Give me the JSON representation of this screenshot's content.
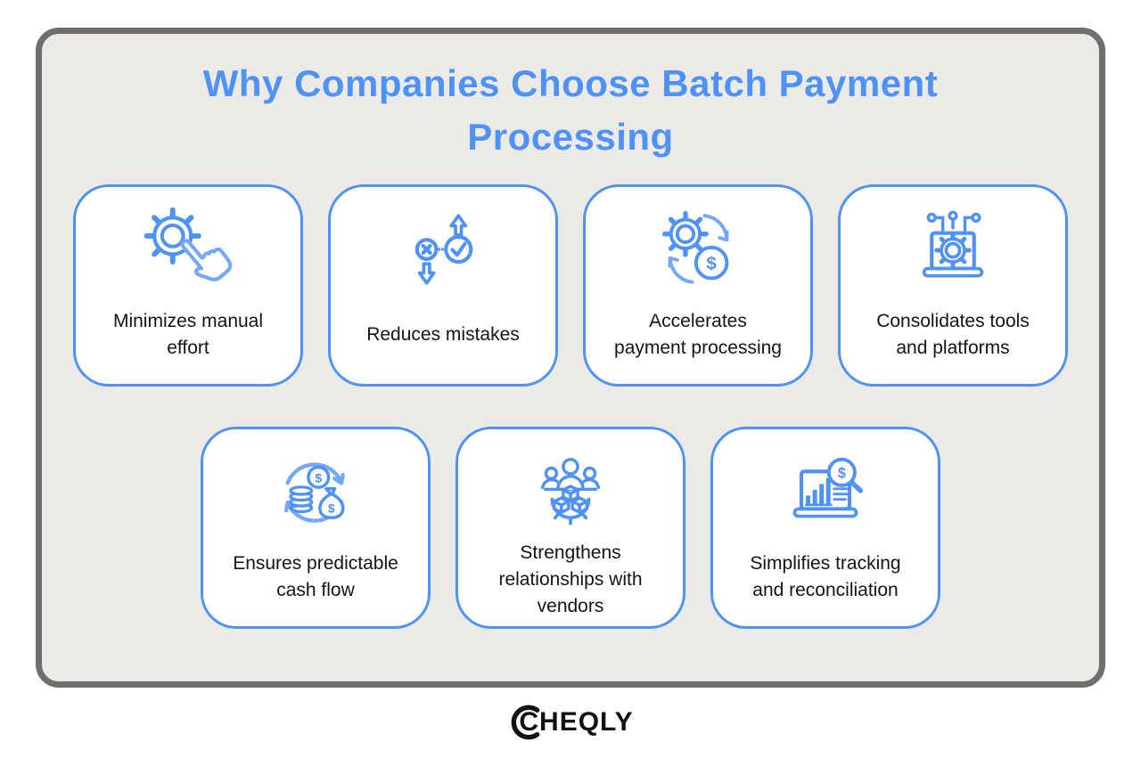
{
  "colors": {
    "accent": "#4e92f5",
    "accent_light": "#74a8f8",
    "panel_bg": "#eceae7",
    "panel_border": "#6e6e6e",
    "card_bg": "#ffffff",
    "text": "#141414",
    "logo": "#111111",
    "page_bg": "#ffffff"
  },
  "title": "Why Companies Choose Batch Payment Processing",
  "rows": [
    {
      "cards": [
        {
          "label": "Minimizes manual\neffort",
          "icon": "gear-hand-icon"
        },
        {
          "label": "Reduces mistakes",
          "icon": "error-check-flow-icon"
        },
        {
          "label": "Accelerates\npayment processing",
          "icon": "gear-dollar-sync-icon"
        },
        {
          "label": "Consolidates tools\nand platforms",
          "icon": "laptop-gear-icon"
        }
      ]
    },
    {
      "cards": [
        {
          "label": "Ensures predictable\ncash flow",
          "icon": "cash-cycle-icon"
        },
        {
          "label": "Strengthens\nrelationships with\nvendors",
          "icon": "vendor-team-icon"
        },
        {
          "label": "Simplifies tracking\nand reconciliation",
          "icon": "analytics-search-icon"
        }
      ]
    }
  ],
  "footer": {
    "logo_text": "CHEQLY"
  }
}
